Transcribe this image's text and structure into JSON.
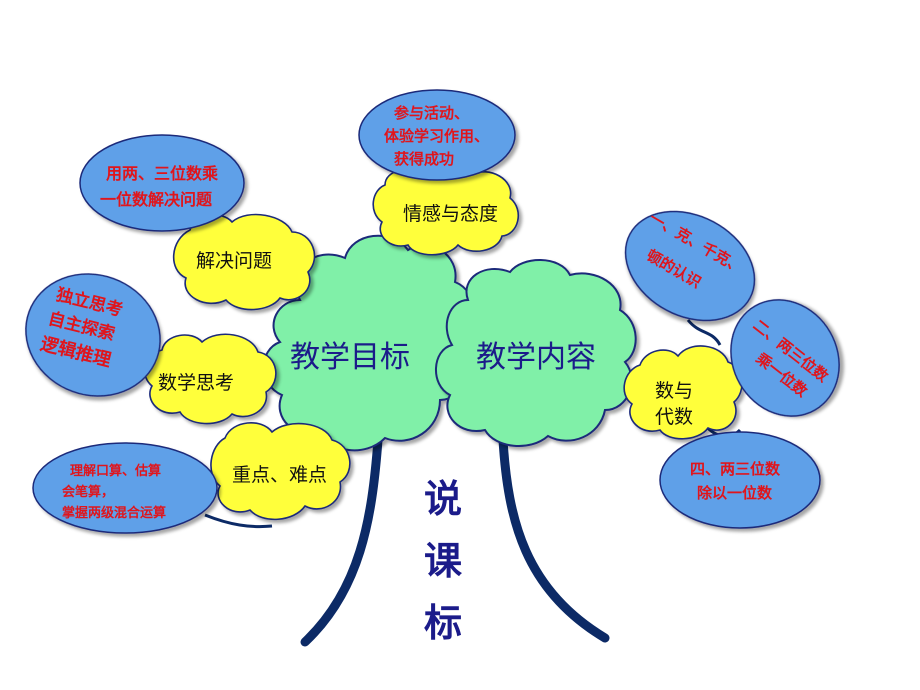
{
  "title_vertical": [
    "说",
    "课",
    "标"
  ],
  "trees": {
    "left": "教学目标",
    "right": "教学内容"
  },
  "clouds": {
    "emotion": "情感与态度",
    "solve": "解决问题",
    "math_thinking": "数学思考",
    "key_points": "重点、难点",
    "number_algebra_1": "数与",
    "number_algebra_2": "代数"
  },
  "ellipses": {
    "participate": [
      "参与活动、",
      "体验学习作用、",
      "获得成功"
    ],
    "use_numbers": [
      "用两、三位数乘",
      "一位数解决问题"
    ],
    "independent": [
      "独立思考",
      "自主探索",
      "逻辑推理"
    ],
    "calc": [
      "理解口算、估算",
      "会笔算，",
      "掌握两级混合运算"
    ],
    "gram": [
      "一、克、千克、",
      "顿的认识"
    ],
    "multiply": [
      "二、两三位数",
      "乘一位数"
    ],
    "divide": [
      "四、两三位数",
      "除以一位数"
    ]
  },
  "colors": {
    "green_cloud": "#80f0a8",
    "yellow_cloud": "#ffff3a",
    "ellipse_fill": "#5fa0e8",
    "trunk": "#0c2a66",
    "text_red": "#e0151c",
    "title_blue": "#1b1b8a"
  }
}
